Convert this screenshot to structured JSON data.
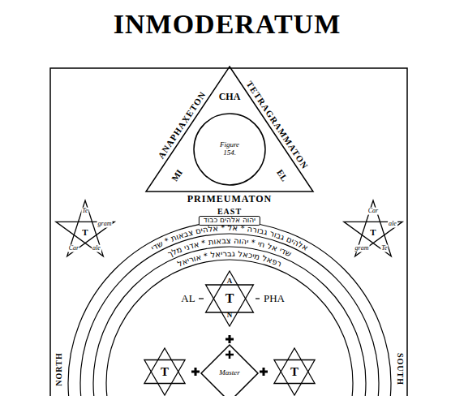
{
  "diagram": {
    "title": "INMODERATUM",
    "nodes": [
      {
        "text": [
          "ANAPHAXETON",
          "TETRAGRAMMATON",
          "CHA",
          "MI",
          "EL"
        ]
      },
      {
        "text": [
          "Figure 154."
        ],
        "in": 0
      },
      {
        "text": [
          "Te",
          "gram",
          "ale",
          "Car",
          "T"
        ]
      },
      {
        "text": [
          "Car",
          "ale",
          "Te",
          "gram",
          "T"
        ]
      },
      {
        "text": [
          "יהוה אלהים כבוד",
          "אלהים גבור גבורה * אל * אלהים צבאות * שדי",
          "שדי אל חי * יהוה צבאות * אדני מלך",
          "רפאל מיכאל גבריאל * אוריאל"
        ]
      },
      {
        "text": [
          "A",
          "T",
          "N"
        ],
        "in": 4
      },
      {
        "text": [
          "T"
        ],
        "in": 4
      },
      {
        "text": [
          "Master"
        ],
        "in": 4
      },
      {
        "text": [
          "T"
        ],
        "in": 4
      }
    ],
    "labels": [
      "PRIMEUMATON",
      "EAST",
      "AL",
      "PHA",
      "NORTH",
      "SOUTH"
    ]
  }
}
